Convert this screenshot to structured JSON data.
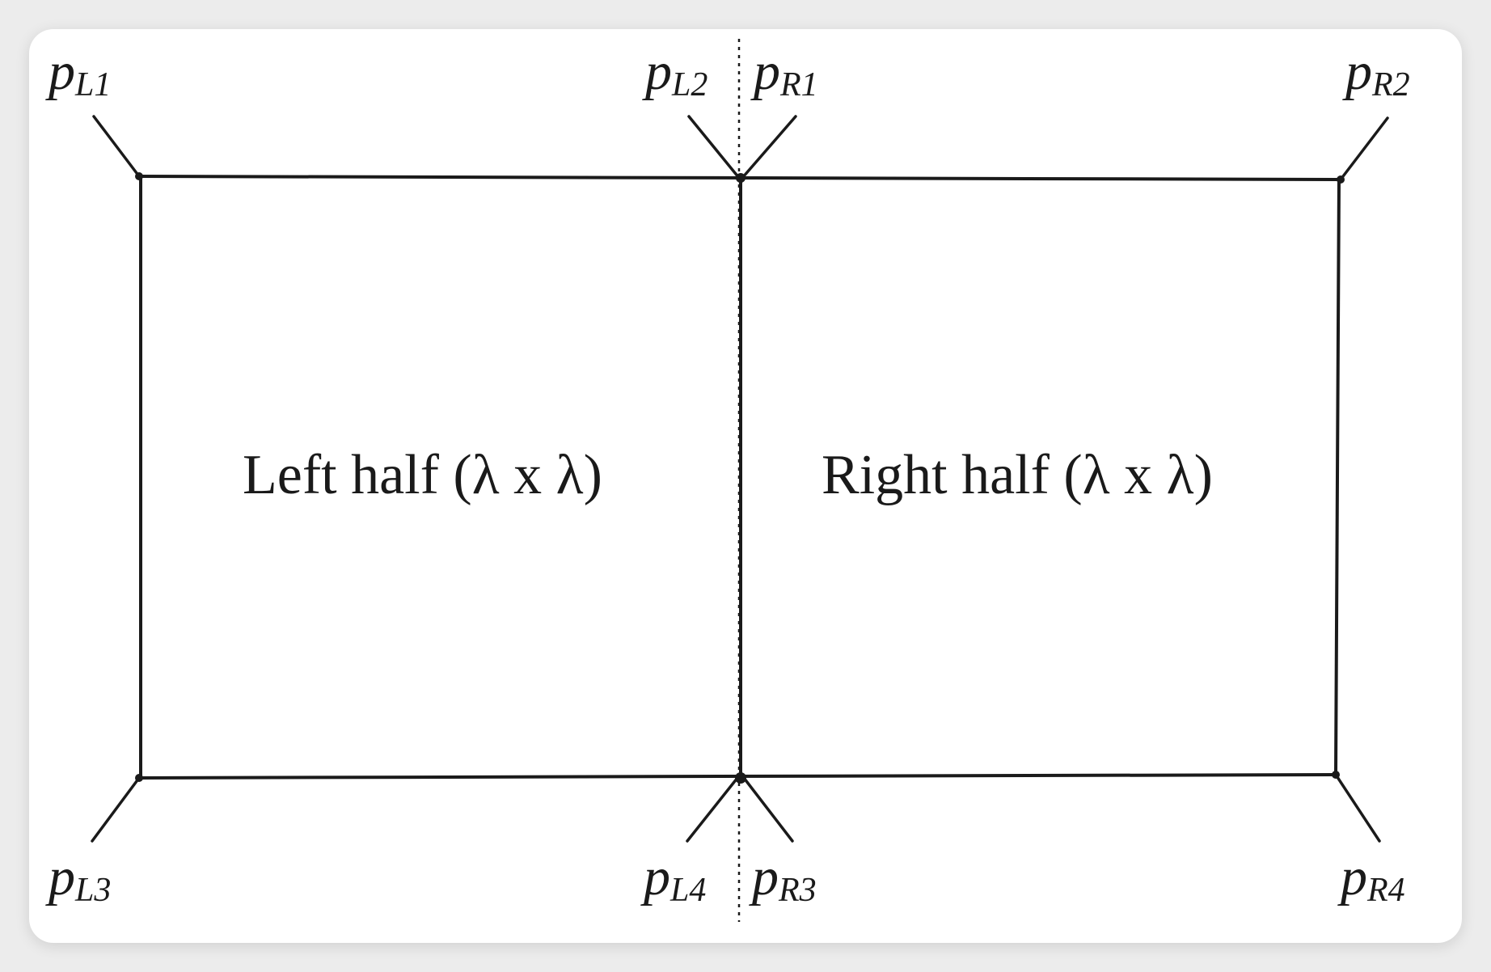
{
  "diagram": {
    "left_half_label": "Left half (λ x λ)",
    "right_half_label": "Right half (λ x λ)",
    "points": {
      "pL1": {
        "base": "p",
        "sub": "L1"
      },
      "pL2": {
        "base": "p",
        "sub": "L2"
      },
      "pR1": {
        "base": "p",
        "sub": "R1"
      },
      "pR2": {
        "base": "p",
        "sub": "R2"
      },
      "pL3": {
        "base": "p",
        "sub": "L3"
      },
      "pL4": {
        "base": "p",
        "sub": "L4"
      },
      "pR3": {
        "base": "p",
        "sub": "R3"
      },
      "pR4": {
        "base": "p",
        "sub": "R4"
      }
    }
  }
}
